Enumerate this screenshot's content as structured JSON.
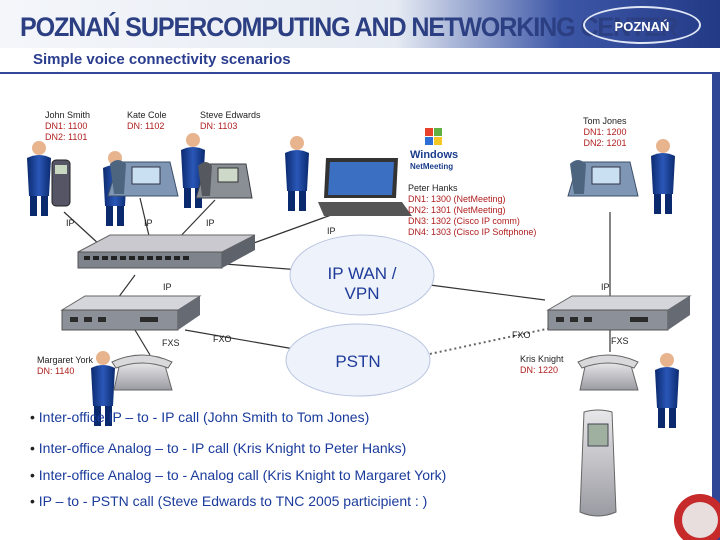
{
  "banner_title": "POZNAŃ SUPERCOMPUTING AND NETWORKING CENTER",
  "logo_text": "POZNAŃ",
  "slide_title": "Simple voice connectivity scenarios",
  "colors": {
    "banner_blue": "#2b3f82",
    "accent_red": "#b02020",
    "bullet_blue": "#1a3b9c"
  },
  "people": {
    "john": {
      "name": "John Smith",
      "dn1": "DN1: 1100",
      "dn2": "DN2: 1101"
    },
    "kate": {
      "name": "Kate Cole",
      "dn": "DN: 1102"
    },
    "steve": {
      "name": "Steve Edwards",
      "dn": "DN: 1103"
    },
    "tom": {
      "name": "Tom Jones",
      "dn1": "DN1: 1200",
      "dn2": "DN2: 1201"
    },
    "peter": {
      "name": "Peter Hanks",
      "dn1": "DN1: 1300 (NetMeeting)",
      "dn2": "DN2: 1301 (NetMeeting)",
      "dn3": "DN3: 1302 (Cisco IP comm)",
      "dn4": "DN4: 1303 (Cisco IP Softphone)"
    },
    "margaret": {
      "name": "Margaret York",
      "dn": "DN: 1140"
    },
    "kris": {
      "name": "Kris Knight",
      "dn": "DN: 1220"
    }
  },
  "netmeeting": {
    "line1": "Windows",
    "line2": "NetMeeting"
  },
  "link_labels": {
    "ip": "IP",
    "fxs": "FXS",
    "fxo": "FXO"
  },
  "clouds": {
    "wan": "IP WAN / VPN",
    "pstn": "PSTN"
  },
  "bullets": [
    "Inter-office IP – to - IP call (John Smith to Tom Jones)",
    "Inter-office Analog – to - IP call (Kris Knight to Peter Hanks)",
    "Inter-office Analog – to - Analog call (Kris Knight to Margaret York)",
    "IP – to - PSTN call (Steve Edwards  to TNC 2005 participient : )"
  ],
  "icons": [
    "person-icon",
    "ip-phone-icon",
    "laptop-icon",
    "switch-icon",
    "router-icon",
    "analog-phone-icon",
    "cell-phone-icon",
    "windows-logo-icon",
    "terena-logo-icon"
  ]
}
